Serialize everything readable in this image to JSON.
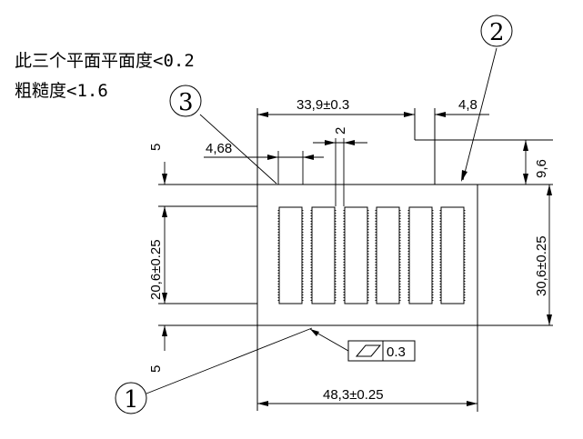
{
  "notes": {
    "flatness": "此三个平面平面度<0.2",
    "roughness": "粗糙度<1.6"
  },
  "dimensions": {
    "top_width": "33,9±0.3",
    "step_width": "4,8",
    "slot_pitch": "4,68",
    "slot_width": "2",
    "step_height": "9,6",
    "inner_height": "20,6±0.25",
    "outer_height": "30,6±0.25",
    "top_margin": "5",
    "bottom_margin": "5",
    "total_width": "48,3±0.25"
  },
  "callouts": {
    "one": "1",
    "two": "2",
    "three": "3"
  },
  "flatness_frame": {
    "symbol_icon": "flatness-parallelogram-icon",
    "value": "0.3"
  }
}
